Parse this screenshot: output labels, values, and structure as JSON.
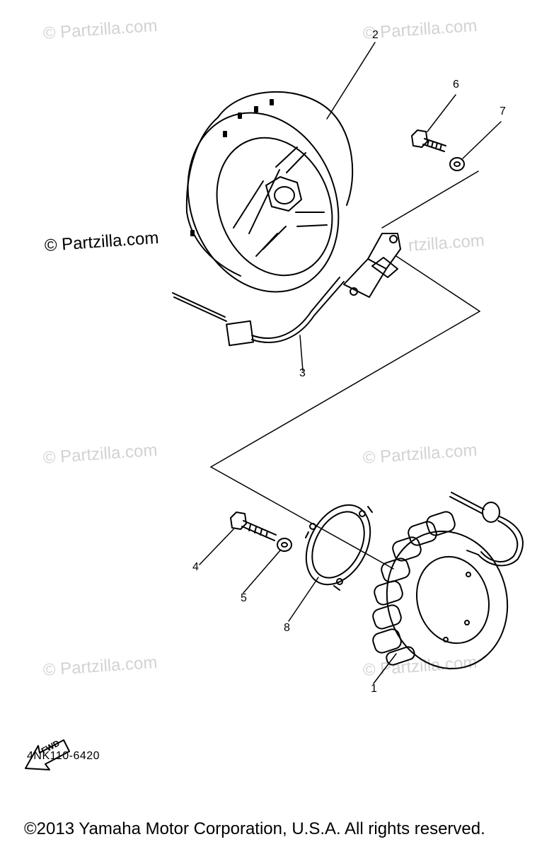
{
  "callouts": {
    "p1": "1",
    "p2": "2",
    "p3": "3",
    "p4": "4",
    "p5": "5",
    "p6": "6",
    "p7": "7",
    "p8": "8"
  },
  "watermarks": {
    "w1": "© Partzilla.com",
    "w2": "© Partzilla.com",
    "w3": "© Partzilla.com",
    "w4": "rtzilla.com",
    "w5": "© Partzilla.com",
    "w6": "© Partzilla.com",
    "w7": "© Partzilla.com",
    "w8": "© Partzilla.com"
  },
  "fwd_label": "FWD",
  "part_code": "4NK110-6420",
  "copyright": "©2013  Yamaha Motor Corporation, U.S.A. All rights reserved."
}
